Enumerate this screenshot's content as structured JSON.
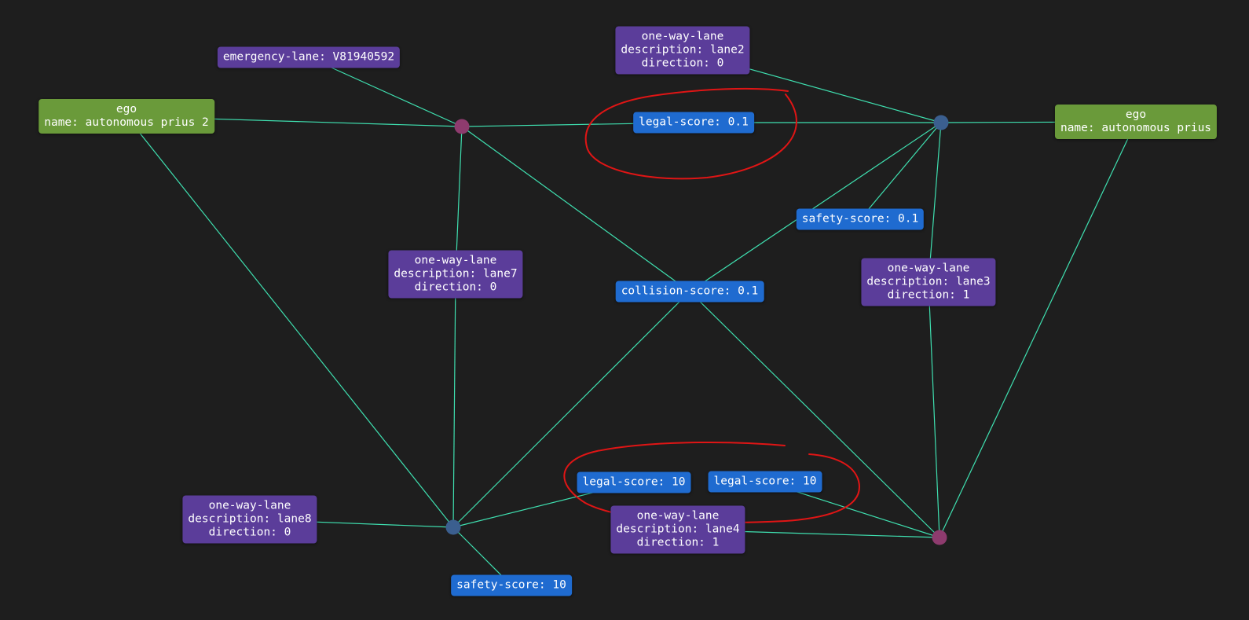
{
  "colors": {
    "background": "#1e1e1e",
    "edge": "#3fe0b0",
    "ego": "#6a9a3a",
    "lane": "#5b3d9a",
    "score": "#1f6bd0",
    "junction_magenta": "#8e3b6e",
    "junction_blue": "#3b5f8f",
    "annotation": "#e01515"
  },
  "nodes": {
    "ego_left": {
      "lines": [
        "ego",
        "name: autonomous prius 2"
      ]
    },
    "ego_right": {
      "lines": [
        "ego",
        "name: autonomous prius"
      ]
    },
    "emergency_lane": {
      "lines": [
        "emergency-lane: V81940592"
      ]
    },
    "lane2": {
      "lines": [
        "one-way-lane",
        "description: lane2",
        "direction: 0"
      ]
    },
    "lane7": {
      "lines": [
        "one-way-lane",
        "description: lane7",
        "direction: 0"
      ]
    },
    "lane3": {
      "lines": [
        "one-way-lane",
        "description: lane3",
        "direction: 1"
      ]
    },
    "lane8": {
      "lines": [
        "one-way-lane",
        "description: lane8",
        "direction: 0"
      ]
    },
    "lane4": {
      "lines": [
        "one-way-lane",
        "description: lane4",
        "direction: 1"
      ]
    },
    "legal_top": {
      "lines": [
        "legal-score: 0.1"
      ]
    },
    "safety_top": {
      "lines": [
        "safety-score: 0.1"
      ]
    },
    "collision": {
      "lines": [
        "collision-score: 0.1"
      ]
    },
    "legal_bottom_left": {
      "lines": [
        "legal-score: 10"
      ]
    },
    "legal_bottom_right": {
      "lines": [
        "legal-score: 10"
      ]
    },
    "safety_bottom": {
      "lines": [
        "safety-score: 10"
      ]
    }
  }
}
